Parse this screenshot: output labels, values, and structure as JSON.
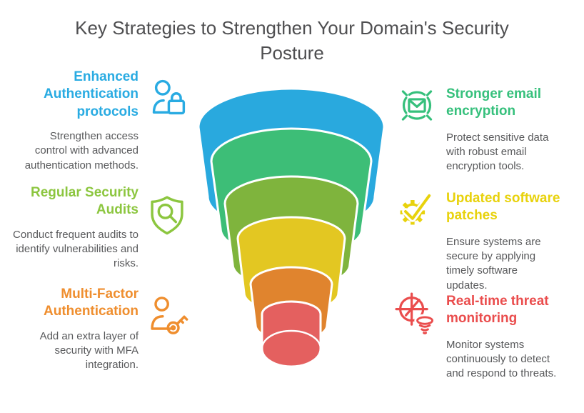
{
  "title": "Key Strategies to Strengthen Your Domain's Security Posture",
  "left_items": [
    {
      "heading": "Enhanced Authentication protocols",
      "description": "Strengthen access control with advanced authentication methods.",
      "icon": "person-lock-icon",
      "color": "#29abe2"
    },
    {
      "heading": "Regular Security Audits",
      "description": "Conduct frequent audits to identify vulnerabilities and risks.",
      "icon": "shield-search-icon",
      "color": "#8cc63f"
    },
    {
      "heading": "Multi-Factor Authentication",
      "description": "Add an extra layer of security with MFA integration.",
      "icon": "person-key-icon",
      "color": "#ef8e2e"
    }
  ],
  "right_items": [
    {
      "heading": "Stronger email encryption",
      "description": "Protect sensitive data with robust email encryption tools.",
      "icon": "email-scan-icon",
      "color": "#36c07c"
    },
    {
      "heading": "Updated software patches",
      "description": "Ensure systems are secure by applying timely software updates.",
      "icon": "gear-check-icon",
      "color": "#e8d20c"
    },
    {
      "heading": "Real-time threat monitoring",
      "description": "Monitor systems continuously to detect and respond to threats.",
      "icon": "radar-target-icon",
      "color": "#ea4d4d"
    }
  ],
  "funnel": {
    "layers": [
      {
        "name": "layer-1",
        "color": "#29a9de"
      },
      {
        "name": "layer-2",
        "color": "#3dbe77"
      },
      {
        "name": "layer-3",
        "color": "#7fb43d"
      },
      {
        "name": "layer-4",
        "color": "#e3c722"
      },
      {
        "name": "layer-5",
        "color": "#e0842e"
      },
      {
        "name": "layer-6",
        "color": "#e4605f"
      }
    ]
  }
}
